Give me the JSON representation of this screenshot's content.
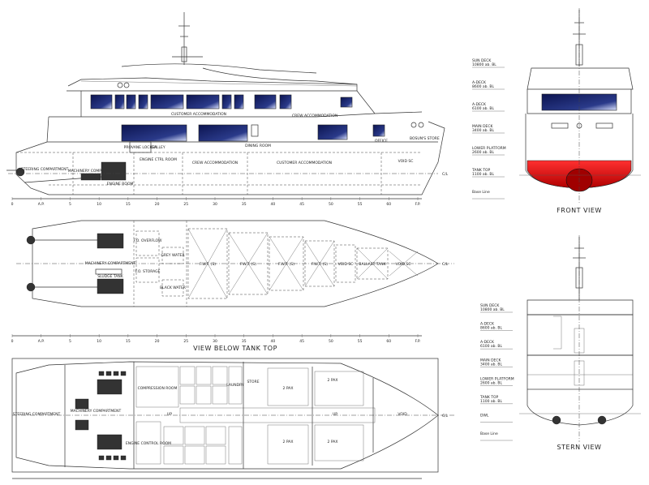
{
  "views": {
    "front_view": "FRONT VIEW",
    "stern_view": "STERN VIEW",
    "tank_top_view": "VIEW BELOW TANK TOP"
  },
  "profile": {
    "customer_accommodation_upper": "CUSTOMER ACCOMMODATION",
    "crew_accommodation_upper": "CREW ACCOMMODATION",
    "galley": "GALLEY",
    "dining_room": "DINING ROOM",
    "office": "OFFICE",
    "bosuns_store": "BOSUN'S STORE",
    "provision_locker": "PROVANE LOCKER",
    "engine_ctrl_room": "ENGINE CTRL ROOM",
    "crew_accommodation_lower": "CREW ACCOMMODATION",
    "customer_accommodation_lower": "CUSTOMER ACCOMMODATION",
    "steering_compartment": "STEERING COMPARTMENT",
    "machinery_compartment": "MACHINERY COMPARTMENT",
    "engine_room": "ENGINE ROOM",
    "void_sc": "VOID SC",
    "cl": "C/L",
    "ap": "A.P.",
    "fp": "F.P."
  },
  "deck_levels": [
    {
      "name": "SUN DECK",
      "value": "10800 ab. BL"
    },
    {
      "name": "A-DECK",
      "value": "8600 ab. BL"
    },
    {
      "name": "A-DECK",
      "value": "6100 ab. BL"
    },
    {
      "name": "MAIN DECK",
      "value": "3400 ab. BL"
    },
    {
      "name": "LOWER PLATFORM",
      "value": "2600 ab. BL"
    },
    {
      "name": "TANK TOP",
      "value": "1100 ab. BL"
    },
    {
      "name": "Base Line",
      "value": ""
    }
  ],
  "stern_deck_levels": [
    {
      "name": "SUN DECK",
      "value": "10800 ab. BL"
    },
    {
      "name": "A-DECK",
      "value": "8600 ab. BL"
    },
    {
      "name": "A-DECK",
      "value": "6100 ab. BL"
    },
    {
      "name": "MAIN DECK",
      "value": "3400 ab. BL"
    },
    {
      "name": "LOWER PLATFORM",
      "value": "2600 ab. BL"
    },
    {
      "name": "TANK TOP",
      "value": "1100 ab. BL"
    },
    {
      "name": "DWL",
      "value": ""
    },
    {
      "name": "Base Line",
      "value": ""
    }
  ],
  "tank_top": {
    "fo_overflow": "F.O. OVERFLOW",
    "machinery_compartment": "MACHINERY COMPARTMENT",
    "sludge_tank": "SLUDGE TANK",
    "fo_storage": "F.O. STORAGE",
    "grey_water": "GREY WATER",
    "black_water": "BLACK WATER",
    "tanks": [
      "F.W.T. (S)",
      "F.W.T. (S)",
      "F.W.T. (S)",
      "F.W.T. (S)",
      "VOID SC",
      "BALLAST TANK",
      "VOID SC"
    ]
  },
  "lower_deck": {
    "steering_compartment": "STEERING COMPARTMENT",
    "machinery_compartment": "MACHINERY COMPARTMENT",
    "compression_room": "COMPRESSION ROOM",
    "engine_control_room": "ENGINE CONTROL ROOM",
    "laundry": "LAUNDRY",
    "store": "STORE",
    "up": "UP",
    "void": "VOID",
    "cl": "C/L",
    "cabins": [
      "2 PAX",
      "2 PAX",
      "2 PAX",
      "2 PAX"
    ]
  },
  "scale_ticks": [
    "0",
    "A.P.",
    "5",
    "10",
    "15",
    "20",
    "25",
    "30",
    "35",
    "40",
    "45",
    "50",
    "55",
    "60",
    "F.P."
  ]
}
